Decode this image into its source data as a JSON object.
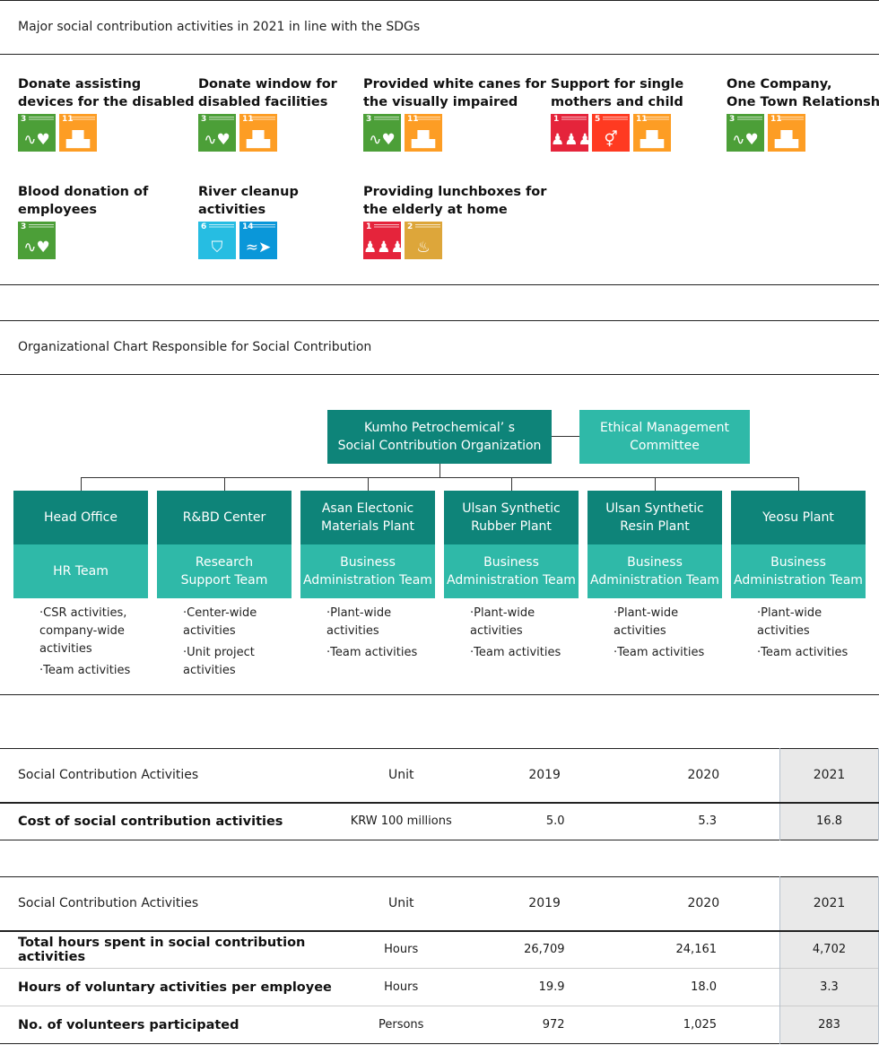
{
  "sdg_section": {
    "title": "Major social contribution activities in 2021 in line with the SDGs",
    "activities": [
      {
        "title_lines": [
          "Donate assisting",
          "devices for the disabled"
        ],
        "goals": [
          "3",
          "11"
        ]
      },
      {
        "title_lines": [
          "Donate window for",
          "disabled facilities"
        ],
        "goals": [
          "3",
          "11"
        ]
      },
      {
        "title_lines": [
          "Provided white canes for",
          "the visually impaired"
        ],
        "goals": [
          "3",
          "11"
        ]
      },
      {
        "title_lines": [
          "Support for single",
          "mothers and child"
        ],
        "goals": [
          "1",
          "5",
          "11"
        ]
      },
      {
        "title_lines": [
          "One Company,",
          "One Town Relationship"
        ],
        "goals": [
          "3",
          "11"
        ]
      },
      {
        "title_lines": [
          "Blood donation of",
          "employees"
        ],
        "goals": [
          "3"
        ]
      },
      {
        "title_lines": [
          "River cleanup",
          "activities"
        ],
        "goals": [
          "6",
          "14"
        ]
      },
      {
        "title_lines": [
          "Providing lunchboxes for",
          "the elderly at home"
        ],
        "goals": [
          "1",
          "2"
        ]
      }
    ],
    "goal_styles": {
      "1": {
        "color": "#e5243b",
        "icon": "family-icon",
        "glyph": "♟♟♟♟"
      },
      "2": {
        "color": "#dda63a",
        "icon": "bowl-icon",
        "glyph": "♨"
      },
      "3": {
        "color": "#4c9f38",
        "icon": "heartbeat-icon",
        "glyph": "∿♥"
      },
      "5": {
        "color": "#ff3a21",
        "icon": "gender-icon",
        "glyph": "⚥"
      },
      "6": {
        "color": "#26bde2",
        "icon": "water-drop-icon",
        "glyph": "⛉"
      },
      "11": {
        "color": "#fd9d24",
        "icon": "city-icon",
        "glyph": "▟▙"
      },
      "14": {
        "color": "#0a97d9",
        "icon": "fish-icon",
        "glyph": "≈➤"
      }
    }
  },
  "org_section": {
    "title": "Organizational Chart Responsible for Social Contribution",
    "main_box": [
      "Kumho Petrochemical’ s",
      "Social Contribution Organization"
    ],
    "side_box": [
      "Ethical Management",
      "Committee"
    ],
    "departments": [
      {
        "unit": [
          "Head Office"
        ],
        "team": [
          "HR Team"
        ],
        "notes": [
          [
            "CSR activities,",
            "company-wide",
            "activities"
          ],
          [
            "Team activities"
          ]
        ]
      },
      {
        "unit": [
          "R&BD Center"
        ],
        "team": [
          "Research",
          "Support Team"
        ],
        "notes": [
          [
            "Center-wide",
            "activities"
          ],
          [
            "Unit project",
            "activities"
          ]
        ]
      },
      {
        "unit": [
          "Asan Electonic",
          "Materials Plant"
        ],
        "team": [
          "Business",
          "Administration Team"
        ],
        "notes": [
          [
            "Plant-wide",
            "activities"
          ],
          [
            "Team activities"
          ]
        ]
      },
      {
        "unit": [
          "Ulsan Synthetic",
          "Rubber Plant"
        ],
        "team": [
          "Business",
          "Administration Team"
        ],
        "notes": [
          [
            "Plant-wide",
            "activities"
          ],
          [
            "Team activities"
          ]
        ]
      },
      {
        "unit": [
          "Ulsan Synthetic",
          "Resin Plant"
        ],
        "team": [
          "Business",
          "Administration Team"
        ],
        "notes": [
          [
            "Plant-wide",
            "activities"
          ],
          [
            "Team activities"
          ]
        ]
      },
      {
        "unit": [
          "Yeosu Plant"
        ],
        "team": [
          "Business",
          "Administration Team"
        ],
        "notes": [
          [
            "Plant-wide",
            "activities"
          ],
          [
            "Team activities"
          ]
        ]
      }
    ]
  },
  "table1": {
    "headers": [
      "Social Contribution Activities",
      "Unit",
      "2019",
      "2020",
      "2021"
    ],
    "rows": [
      {
        "label": "Cost of social contribution activities",
        "unit": "KRW 100 millions",
        "v2019": "5.0",
        "v2020": "5.3",
        "v2021": "16.8"
      }
    ]
  },
  "table2": {
    "headers": [
      "Social Contribution Activities",
      "Unit",
      "2019",
      "2020",
      "2021"
    ],
    "rows": [
      {
        "label": "Total hours spent in social contribution activities",
        "unit": "Hours",
        "v2019": "26,709",
        "v2020": "24,161",
        "v2021": "4,702"
      },
      {
        "label": "Hours of voluntary activities per employee",
        "unit": "Hours",
        "v2019": "19.9",
        "v2020": "18.0",
        "v2021": "3.3"
      },
      {
        "label": "No. of volunteers participated",
        "unit": "Persons",
        "v2019": "972",
        "v2020": "1,025",
        "v2021": "283"
      }
    ]
  }
}
